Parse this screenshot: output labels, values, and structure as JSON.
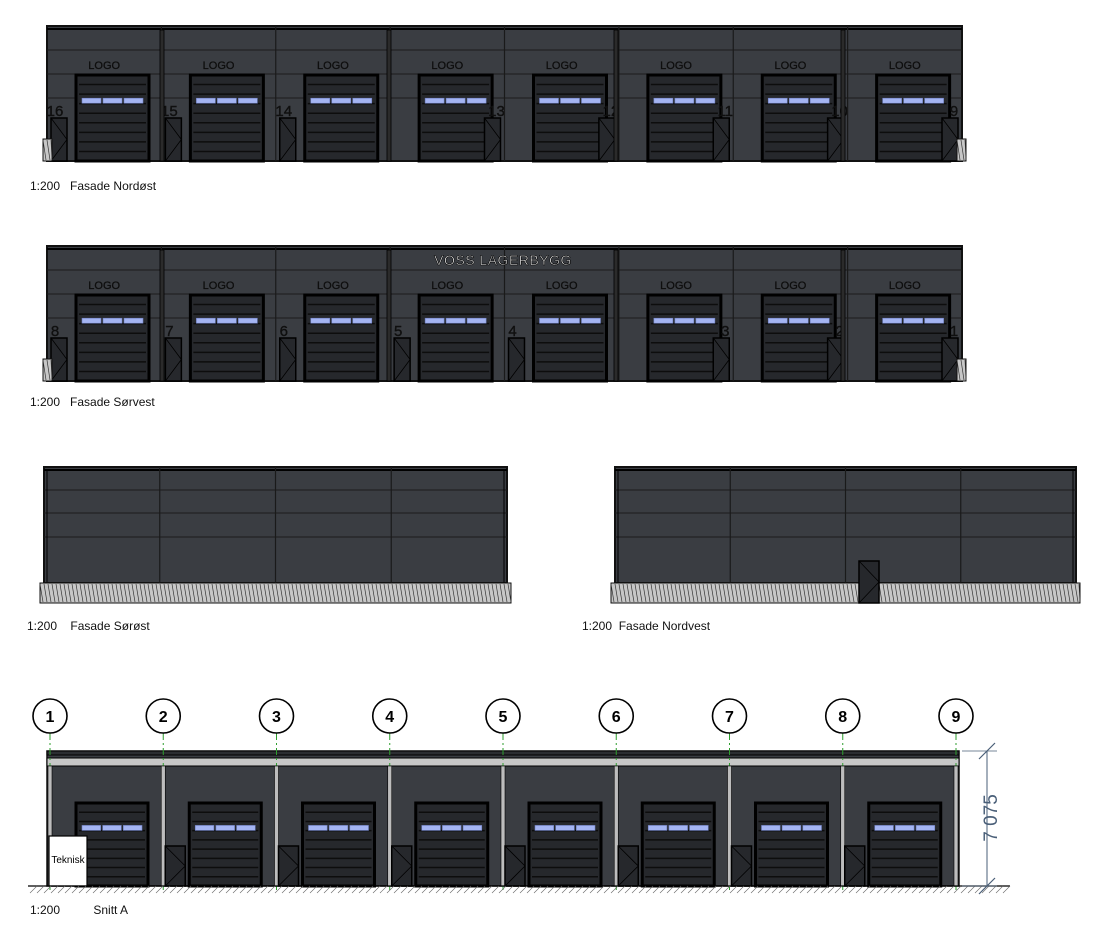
{
  "drawings": {
    "nordost": {
      "scale": "1:200",
      "title": "Fasade Nordøst",
      "logo": "LOGO",
      "door_numbers": [
        "16",
        "15",
        "14",
        "13",
        "12",
        "11",
        "10",
        "9"
      ]
    },
    "sorvest": {
      "scale": "1:200",
      "title": "Fasade Sørvest",
      "logo": "LOGO",
      "building_name": "VOSS LAGERBYGG",
      "door_numbers": [
        "8",
        "7",
        "6",
        "5",
        "4",
        "3",
        "2",
        "1"
      ]
    },
    "sorost": {
      "scale": "1:200",
      "title": "Fasade Sørøst"
    },
    "nordvest": {
      "scale": "1:200",
      "title": "Fasade Nordvest"
    },
    "snitt": {
      "scale": "1:200",
      "title": "Snitt A",
      "room_label": "Teknisk",
      "height_dimension": "7 075",
      "grid_axes": [
        "1",
        "2",
        "3",
        "4",
        "5",
        "6",
        "7",
        "8",
        "9"
      ]
    }
  },
  "colors": {
    "facade": "#3a3d42",
    "door": "#26282c",
    "window": "#a4b4f2",
    "line": "#111111",
    "grid": "#2e9e2e",
    "dimension": "#4a5f78"
  }
}
